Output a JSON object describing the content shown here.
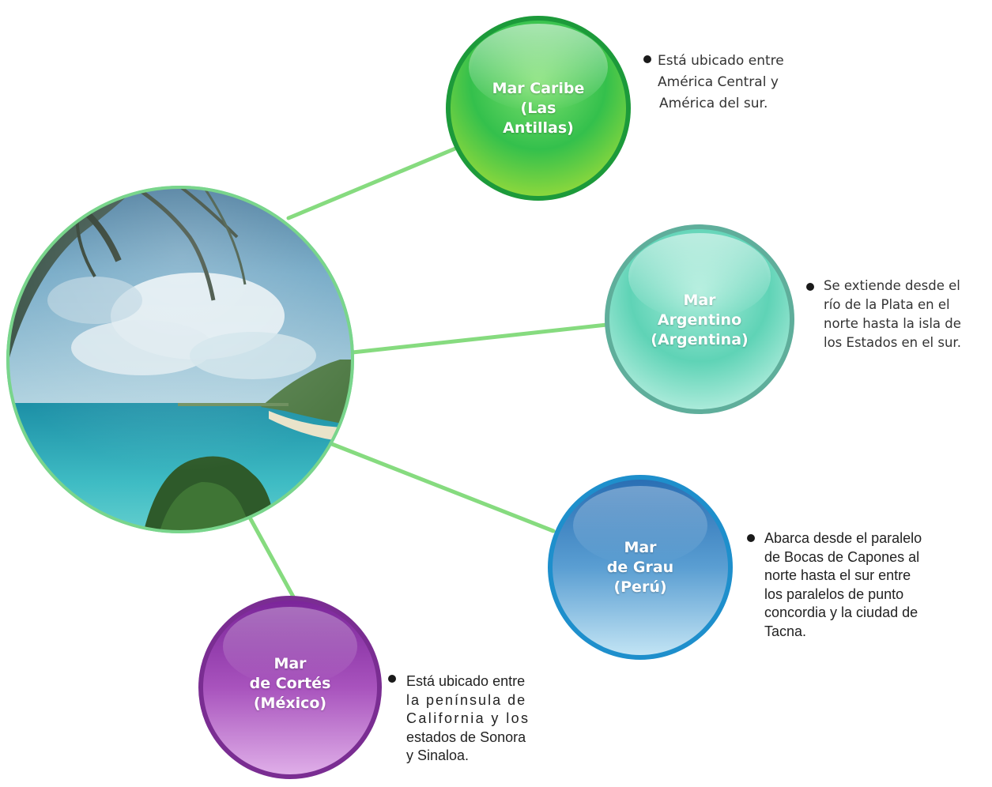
{
  "center": {
    "image": "beach-palm-photo",
    "border_color": "#79d58c"
  },
  "connector_color": "#86db7f",
  "nodes": [
    {
      "id": "caribe",
      "lines": [
        "Mar Caribe",
        "(Las",
        "Antillas)"
      ],
      "color_top": "#32c955",
      "color_bottom": "#a8e03a",
      "ring": "#1c9a3a",
      "desc": [
        "Está ubicado entre",
        "América Central y",
        "América del sur."
      ]
    },
    {
      "id": "argentino",
      "lines": [
        "Mar",
        "Argentino",
        "(Argentina)"
      ],
      "color_top": "#4fd1b4",
      "color_bottom": "#aee8db",
      "ring": "#5fae9b",
      "desc": [
        "Se extiende desde el",
        "río de la Plata en el",
        "norte hasta la isla de",
        "los Estados en el sur."
      ]
    },
    {
      "id": "grau",
      "lines": [
        "Mar",
        "de Grau",
        "(Perú)"
      ],
      "color_top": "#2f7fc2",
      "color_bottom": "#b7ddf0",
      "ring": "#1e8fcc",
      "desc": [
        "Abarca desde el paralelo",
        "de Bocas de Capones al",
        "norte hasta el sur entre",
        "los paralelos de punto",
        "concordia y la ciudad de",
        "Tacna."
      ]
    },
    {
      "id": "cortes",
      "lines": [
        "Mar",
        "de Cortés",
        "(México)"
      ],
      "color_top": "#8a2fa6",
      "color_bottom": "#d9a2e3",
      "ring": "#7a2d92",
      "desc": [
        "Está ubicado entre",
        "la península de",
        "California y los",
        "estados de Sonora",
        "y Sinaloa."
      ]
    }
  ]
}
